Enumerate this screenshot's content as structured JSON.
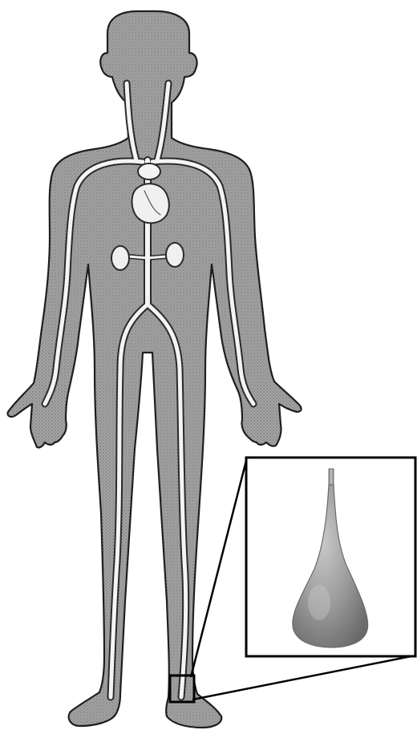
{
  "figure": {
    "colors": {
      "background": "#ffffff",
      "body_fill": "#9a9a9a",
      "body_outline": "#1e1e1e",
      "vessel_fill": "#f4f4f4",
      "vessel_outline": "#2a2a2a",
      "callout_line": "#000000",
      "bulb_fill": "#8f8f8f",
      "bulb_highlight": "#d0d0d0"
    },
    "elements": {
      "human_silhouette": "anatomical-body-outline",
      "vessels": "circulatory-system-arteries",
      "highlight_box": "ankle-region-highlight",
      "zoom_inset": "enlarged-detail-inset",
      "detail_object": "teardrop-bulb"
    }
  }
}
